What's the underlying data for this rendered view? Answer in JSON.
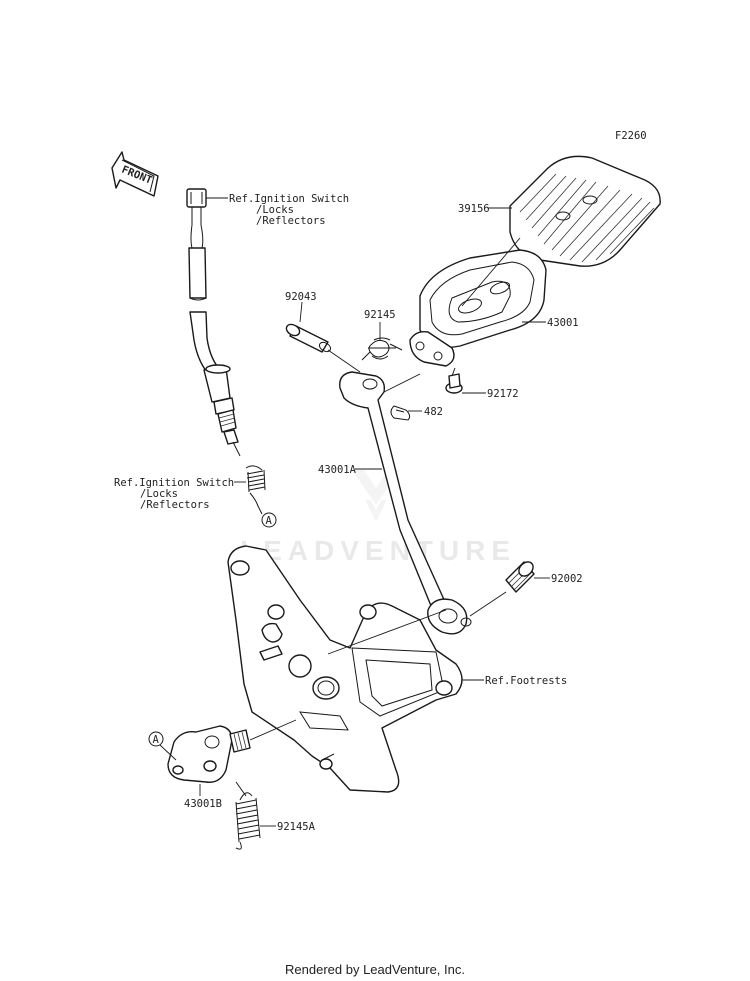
{
  "diagram": {
    "figure_code": "F2260",
    "front_indicator": "FRONT",
    "watermark": "LEADVENTURE",
    "labels": {
      "p39156": "39156",
      "p92043": "92043",
      "p92145": "92145",
      "p43001": "43001",
      "p92172": "92172",
      "p482": "482",
      "p43001A": "43001A",
      "p92002": "92002",
      "ref_footrests": "Ref.Footrests",
      "p43001B": "43001B",
      "p92145A": "92145A",
      "callout_a": "A",
      "ref_top": [
        "Ref.Ignition Switch",
        "/Locks",
        "/Reflectors"
      ],
      "ref_mid": [
        "Ref.Ignition Switch",
        "/Locks",
        "/Reflectors"
      ]
    }
  },
  "footer": "Rendered by LeadVenture, Inc."
}
